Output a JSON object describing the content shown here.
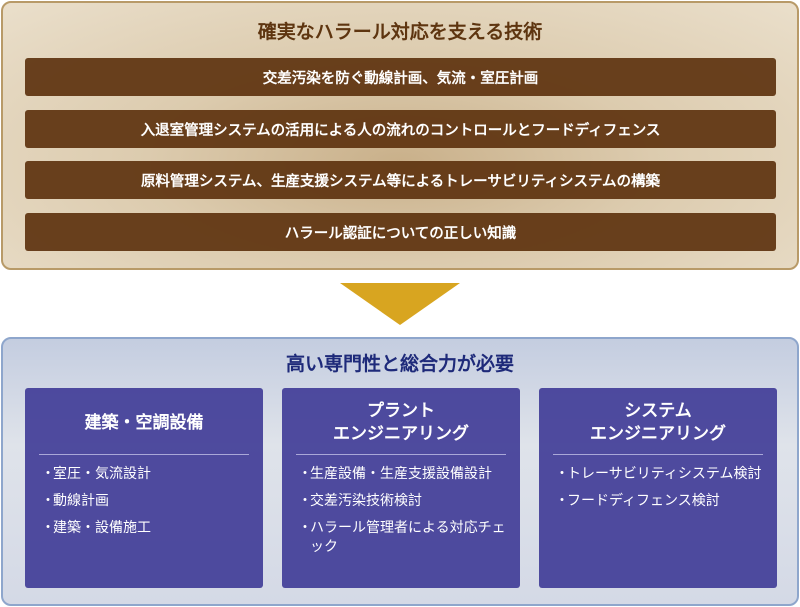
{
  "top": {
    "title": "確実なハラール対応を支える技術",
    "items": [
      "交差汚染を防ぐ動線計画、気流・室圧計画",
      "入退室管理システムの活用による人の流れのコントロールとフードディフェンス",
      "原料管理システム、生産支援システム等によるトレーサビリティシステムの構築",
      "ハラール認証についての正しい知識"
    ]
  },
  "bottom": {
    "title": "高い専門性と総合力が必要",
    "cards": [
      {
        "title": "建築・空調設備",
        "items": [
          "室圧・気流設計",
          "動線計画",
          "建築・設備施工"
        ]
      },
      {
        "title": "プラント\nエンジニアリング",
        "items": [
          "生産設備・生産支援設備設計",
          "交差汚染技術検討",
          "ハラール管理者による対応チェック"
        ]
      },
      {
        "title": "システム\nエンジニアリング",
        "items": [
          "トレーサビリティシステム検討",
          "フードディフェンス検討"
        ]
      }
    ]
  },
  "colors": {
    "bar": "#5f3410",
    "arrow": "#d8a520",
    "card": "#3e3a96",
    "bottom_title": "#1e2a7a"
  }
}
